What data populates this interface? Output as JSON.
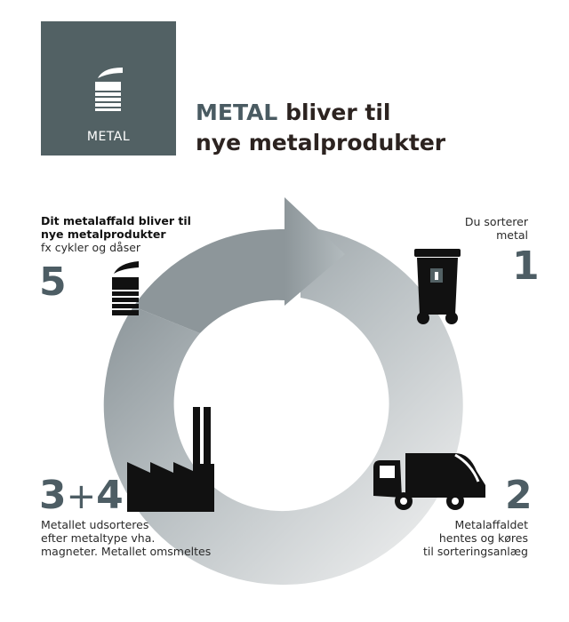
{
  "badge": {
    "label": "METAL",
    "icon": "metal-can-icon",
    "color": "#526164"
  },
  "headline": {
    "accent": "METAL",
    "rest_line1": " bliver til",
    "line2": "nye metalprodukter",
    "accent_color": "#4a5b62"
  },
  "steps": [
    {
      "number": "1",
      "text_line1": "Du sorterer",
      "text_line2": "metal",
      "icon": "waste-bin-icon"
    },
    {
      "number": "2",
      "text_line1": "Metalaffaldet",
      "text_line2": "hentes og køres",
      "text_line3": "til sorteringsanlæg",
      "icon": "garbage-truck-icon"
    },
    {
      "number_a": "3",
      "plus": "+",
      "number_b": "4",
      "text_line1": "Metallet udsorteres",
      "text_line2": "efter metaltype vha.",
      "text_line3": "magneter. Metallet omsmeltes",
      "icon": "factory-icon"
    },
    {
      "number": "5",
      "bold_line1": "Dit metalaffald bliver til",
      "bold_line2": "nye metalprodukter",
      "text_line1": "fx cykler og dåser",
      "icon": "metal-can-icon"
    }
  ],
  "colors": {
    "number": "#4d5d64",
    "cycle_dark": "#8d969a",
    "cycle_light": "#f2f2f2"
  }
}
